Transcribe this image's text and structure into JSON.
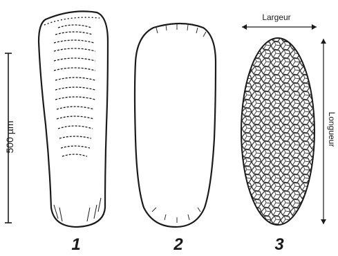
{
  "scale_bar": {
    "label": "500 µm"
  },
  "dimensions": {
    "width_label": "Largeur",
    "length_label": "Longueur"
  },
  "figures": [
    {
      "number": "1"
    },
    {
      "number": "2"
    },
    {
      "number": "3"
    }
  ],
  "colors": {
    "ink": "#1a1a1a",
    "background": "#ffffff"
  }
}
